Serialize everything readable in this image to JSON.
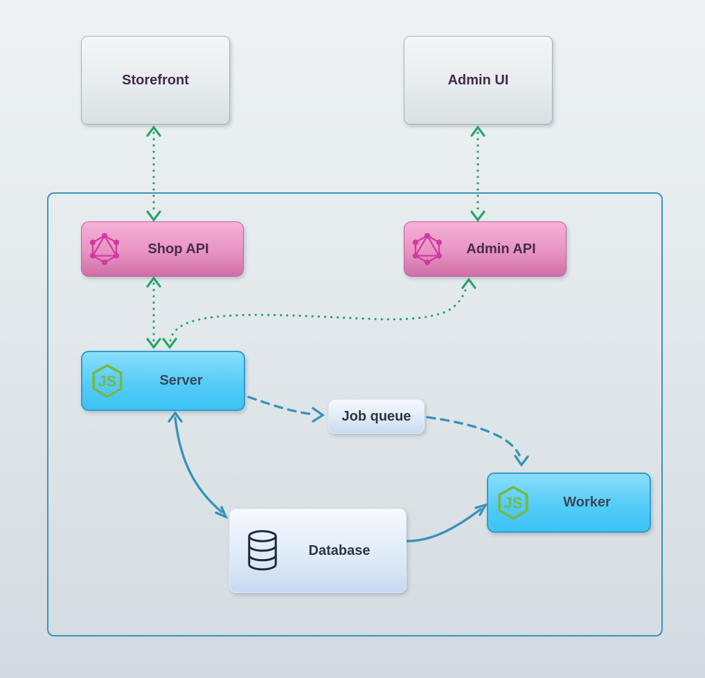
{
  "diagram": {
    "nodes": {
      "storefront": {
        "label": "Storefront"
      },
      "admin_ui": {
        "label": "Admin UI"
      },
      "shop_api": {
        "label": "Shop API",
        "icon": "graphql-icon"
      },
      "admin_api": {
        "label": "Admin API",
        "icon": "graphql-icon"
      },
      "server": {
        "label": "Server",
        "icon": "nodejs-icon"
      },
      "job_queue": {
        "label": "Job queue"
      },
      "worker": {
        "label": "Worker",
        "icon": "nodejs-icon"
      },
      "database": {
        "label": "Database",
        "icon": "database-icon"
      }
    },
    "icons": {
      "nodejs_text": "JS"
    },
    "edges": [
      {
        "from": "Storefront",
        "to": "Shop API",
        "style": "dotted",
        "direction": "both",
        "color": "#27a568"
      },
      {
        "from": "Admin UI",
        "to": "Admin API",
        "style": "dotted",
        "direction": "both",
        "color": "#27a568"
      },
      {
        "from": "Shop API",
        "to": "Server",
        "style": "dotted",
        "direction": "both",
        "color": "#27a568"
      },
      {
        "from": "Server",
        "to": "Admin API",
        "style": "dotted",
        "direction": "both",
        "color": "#27a568"
      },
      {
        "from": "Server",
        "to": "Job queue",
        "style": "dashed",
        "direction": "forward",
        "color": "#3793ba"
      },
      {
        "from": "Job queue",
        "to": "Worker",
        "style": "dashed",
        "direction": "forward",
        "color": "#3793ba"
      },
      {
        "from": "Server",
        "to": "Database",
        "style": "solid",
        "direction": "both",
        "color": "#3793ba"
      },
      {
        "from": "Worker",
        "to": "Database",
        "style": "solid",
        "direction": "both",
        "color": "#3793ba"
      }
    ],
    "colors": {
      "background_top": "#eef2f4",
      "background_bottom": "#d2dbe0",
      "container_border": "#3894bb",
      "green_arrow": "#27a568",
      "blue_arrow": "#3793ba",
      "graphql_pink": "#d23aa3",
      "nodejs_green": "#76b844",
      "database_icon": "#1d2936"
    }
  }
}
